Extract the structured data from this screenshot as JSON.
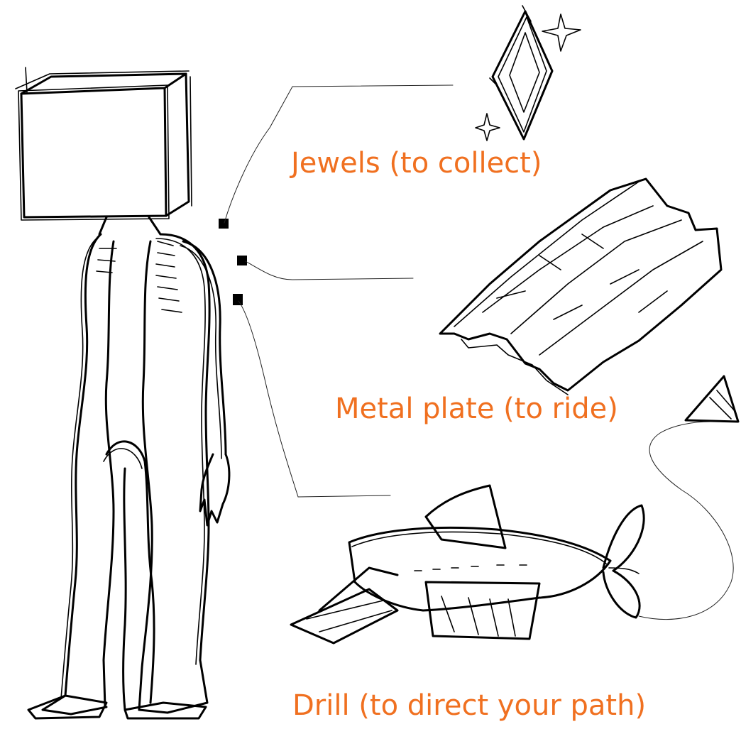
{
  "labels": {
    "jewels": "Jewels (to collect)",
    "metal_plate": "Metal plate (to ride)",
    "drill": "Drill (to direct your path)"
  },
  "colors": {
    "label": "#f07020",
    "ink": "#000000",
    "background": "#ffffff"
  }
}
